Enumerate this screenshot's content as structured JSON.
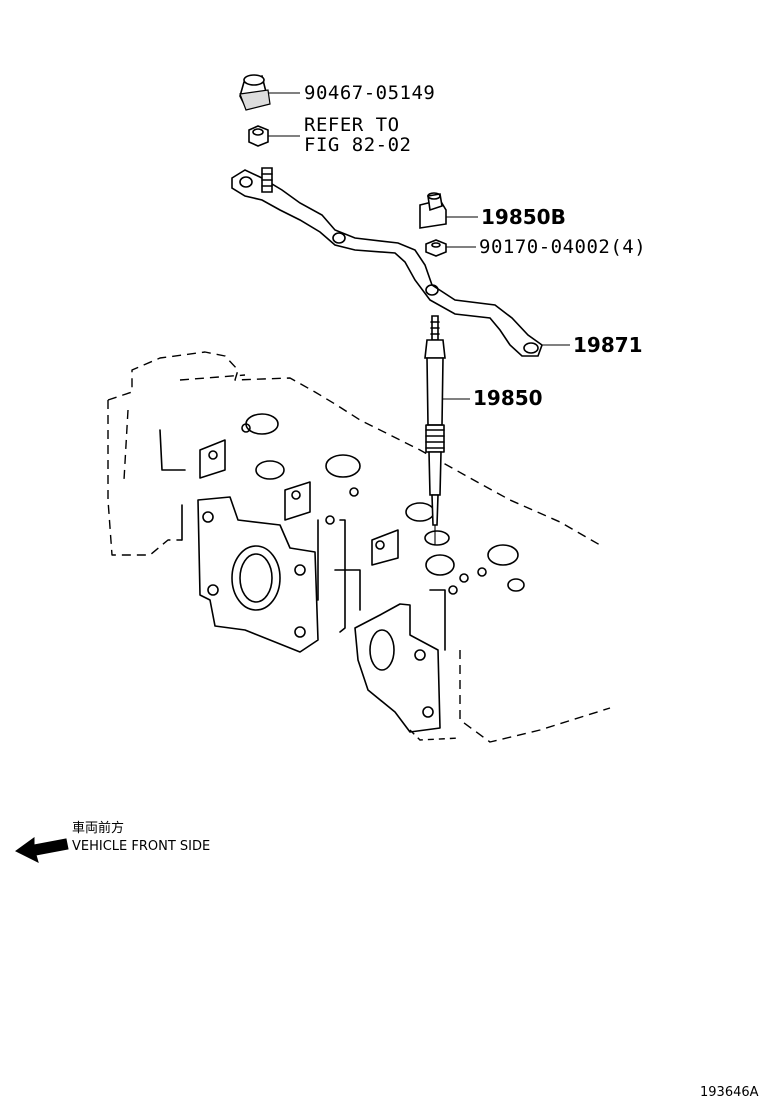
{
  "diagram": {
    "callouts": {
      "nut_cap": "90467-05149",
      "refer_line1": "REFER TO",
      "refer_line2": "FIG 82-02",
      "nut_lead": "19850B",
      "nut_small": "90170-04002(4)",
      "busbar": "19871",
      "glow_plug": "19850"
    },
    "orientation": {
      "label_jp": "車両前方",
      "label_en": "VEHICLE FRONT SIDE"
    },
    "figure_id": "193646A"
  }
}
